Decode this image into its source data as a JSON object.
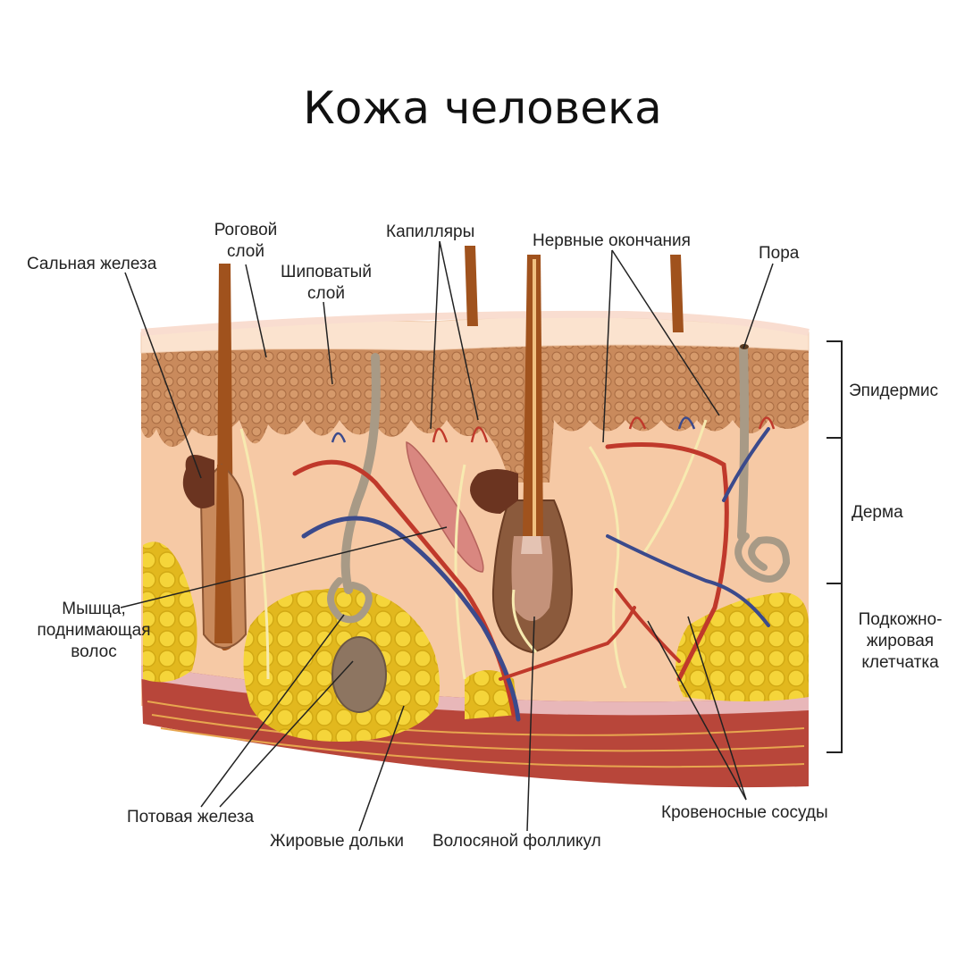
{
  "title": "Кожа человека",
  "labels": {
    "sebaceous_gland": "Сальная железа",
    "stratum_corneum": [
      "Роговой",
      "слой"
    ],
    "stratum_spinosum": [
      "Шиповатый",
      "слой"
    ],
    "capillaries": "Капилляры",
    "nerve_endings": "Нервные окончания",
    "pore": "Пора",
    "arrector_muscle": [
      "Мышца,",
      "поднимающая",
      "волос"
    ],
    "sweat_gland": "Потовая железа",
    "fat_lobules": "Жировые дольки",
    "hair_follicle": "Волосяной фолликул",
    "blood_vessels": "Кровеносные сосуды"
  },
  "layers": {
    "epidermis": "Эпидермис",
    "dermis": "Дерма",
    "subcutaneous": [
      "Подкожно-",
      "жировая",
      "клетчатка"
    ]
  },
  "colors": {
    "dermis": "#f6c9a5",
    "epidermis": "#c98a5c",
    "surface": "#fbe3cf",
    "fat": "#f3d02e",
    "muscle": "#b8463a",
    "artery": "#c0392b",
    "vein": "#3b4a8c",
    "hair": "#a0521d",
    "nerve": "#f7eab0"
  }
}
